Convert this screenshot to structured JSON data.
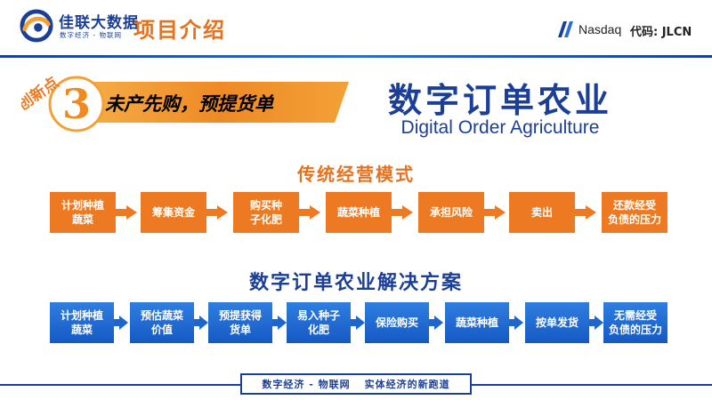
{
  "header": {
    "brand_name": "佳联大数据",
    "brand_sub": "数字经济 - 物联网",
    "page_title": "项目介绍",
    "exchange": "Nasdaq",
    "ticker": "代码: JLCN"
  },
  "innovation": {
    "label": "创新点",
    "number": "3",
    "slogan": "未产先购，预提货单"
  },
  "main": {
    "title": "数字订单农业",
    "subtitle": "Digital Order Agriculture"
  },
  "traditional": {
    "title": "传统经营模式",
    "steps": [
      {
        "line1": "计划种植",
        "line2": "蔬菜"
      },
      {
        "line1": "筹集资金",
        "line2": ""
      },
      {
        "line1": "购买种",
        "line2": "子化肥"
      },
      {
        "line1": "蔬菜种植",
        "line2": ""
      },
      {
        "line1": "承担风险",
        "line2": ""
      },
      {
        "line1": "卖出",
        "line2": ""
      },
      {
        "line1": "还款经受",
        "line2": "负债的压力"
      }
    ]
  },
  "solution": {
    "title": "数字订单农业解决方案",
    "steps": [
      {
        "line1": "计划种植",
        "line2": "蔬菜"
      },
      {
        "line1": "预估蔬菜",
        "line2": "价值"
      },
      {
        "line1": "预提获得",
        "line2": "货单"
      },
      {
        "line1": "易入种子",
        "line2": "化肥"
      },
      {
        "line1": "保险购买",
        "line2": ""
      },
      {
        "line1": "蔬菜种植",
        "line2": ""
      },
      {
        "line1": "按单发货",
        "line2": ""
      },
      {
        "line1": "无需经受",
        "line2": "负债的压力"
      }
    ]
  },
  "footer": {
    "left": "数字经济 - 物联网",
    "right": "实体经济的新跑道"
  },
  "colors": {
    "brand_blue": "#1b3f97",
    "accent_orange": "#ed7a22",
    "step_blue": "#1f66cc"
  }
}
